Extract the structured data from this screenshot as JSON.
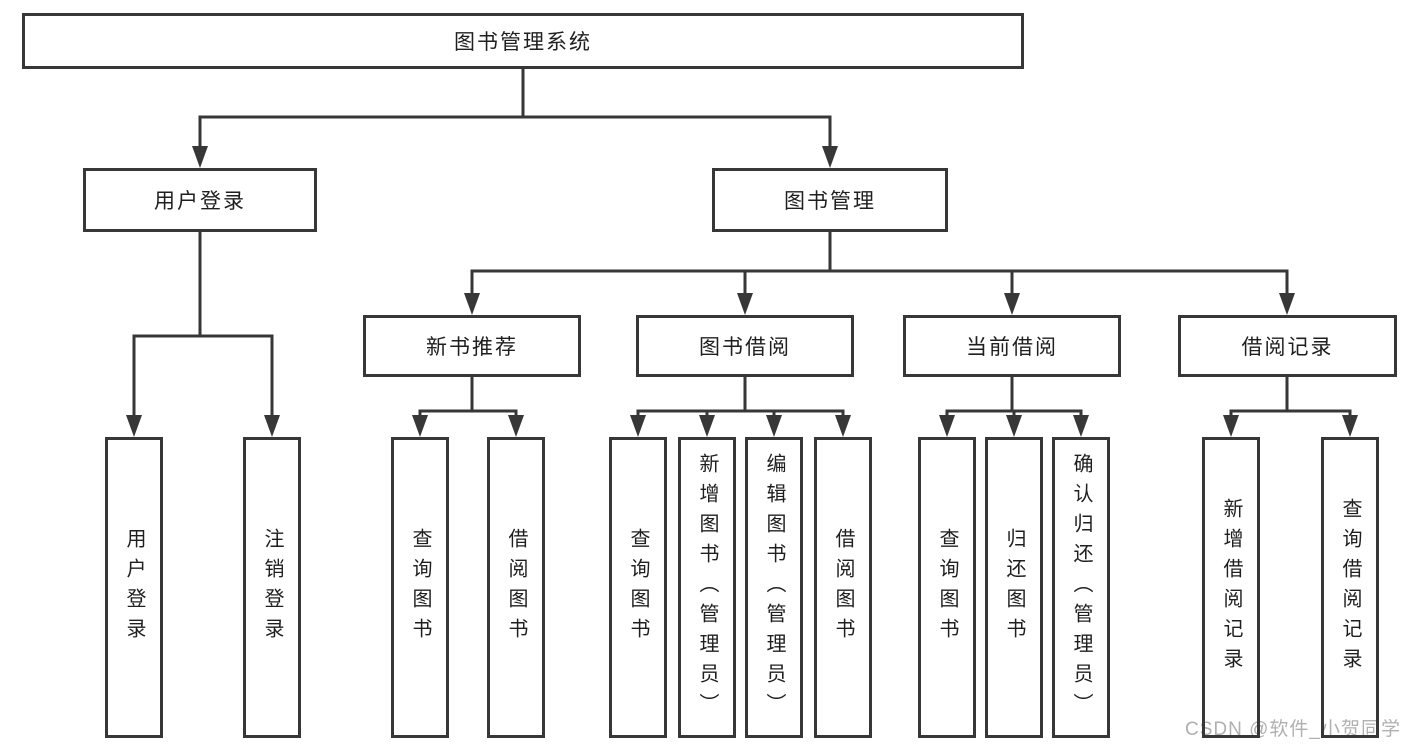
{
  "diagram": {
    "root": {
      "label": "图书管理系统"
    },
    "level2": [
      {
        "id": "user-login",
        "label": "用户登录"
      },
      {
        "id": "book-management",
        "label": "图书管理"
      }
    ],
    "level3": [
      {
        "id": "new-book-recommend",
        "label": "新书推荐",
        "parent": "图书管理"
      },
      {
        "id": "book-borrowing",
        "label": "图书借阅",
        "parent": "图书管理"
      },
      {
        "id": "current-borrowing",
        "label": "当前借阅",
        "parent": "图书管理"
      },
      {
        "id": "borrowing-records",
        "label": "借阅记录",
        "parent": "图书管理"
      }
    ],
    "leaves": [
      {
        "parent": "用户登录",
        "label": "用户登录"
      },
      {
        "parent": "用户登录",
        "label": "注销登录"
      },
      {
        "parent": "新书推荐",
        "label": "查询图书"
      },
      {
        "parent": "新书推荐",
        "label": "借阅图书"
      },
      {
        "parent": "图书借阅",
        "label": "查询图书"
      },
      {
        "parent": "图书借阅",
        "label": "新增图书（管理员）"
      },
      {
        "parent": "图书借阅",
        "label": "编辑图书（管理员）"
      },
      {
        "parent": "图书借阅",
        "label": "借阅图书"
      },
      {
        "parent": "当前借阅",
        "label": "查询图书"
      },
      {
        "parent": "当前借阅",
        "label": "归还图书"
      },
      {
        "parent": "当前借阅",
        "label": "确认归还（管理员）"
      },
      {
        "parent": "借阅记录",
        "label": "新增借阅记录"
      },
      {
        "parent": "借阅记录",
        "label": "查询借阅记录"
      }
    ]
  },
  "watermark": {
    "text": "CSDN @软件_小贺同学"
  },
  "colors": {
    "line": "#373737",
    "box_border": "#373737",
    "text": "#1f1f1f",
    "box_background": "#ffffff",
    "page_background": "#ffffff",
    "watermark": "#b0b0b0"
  }
}
